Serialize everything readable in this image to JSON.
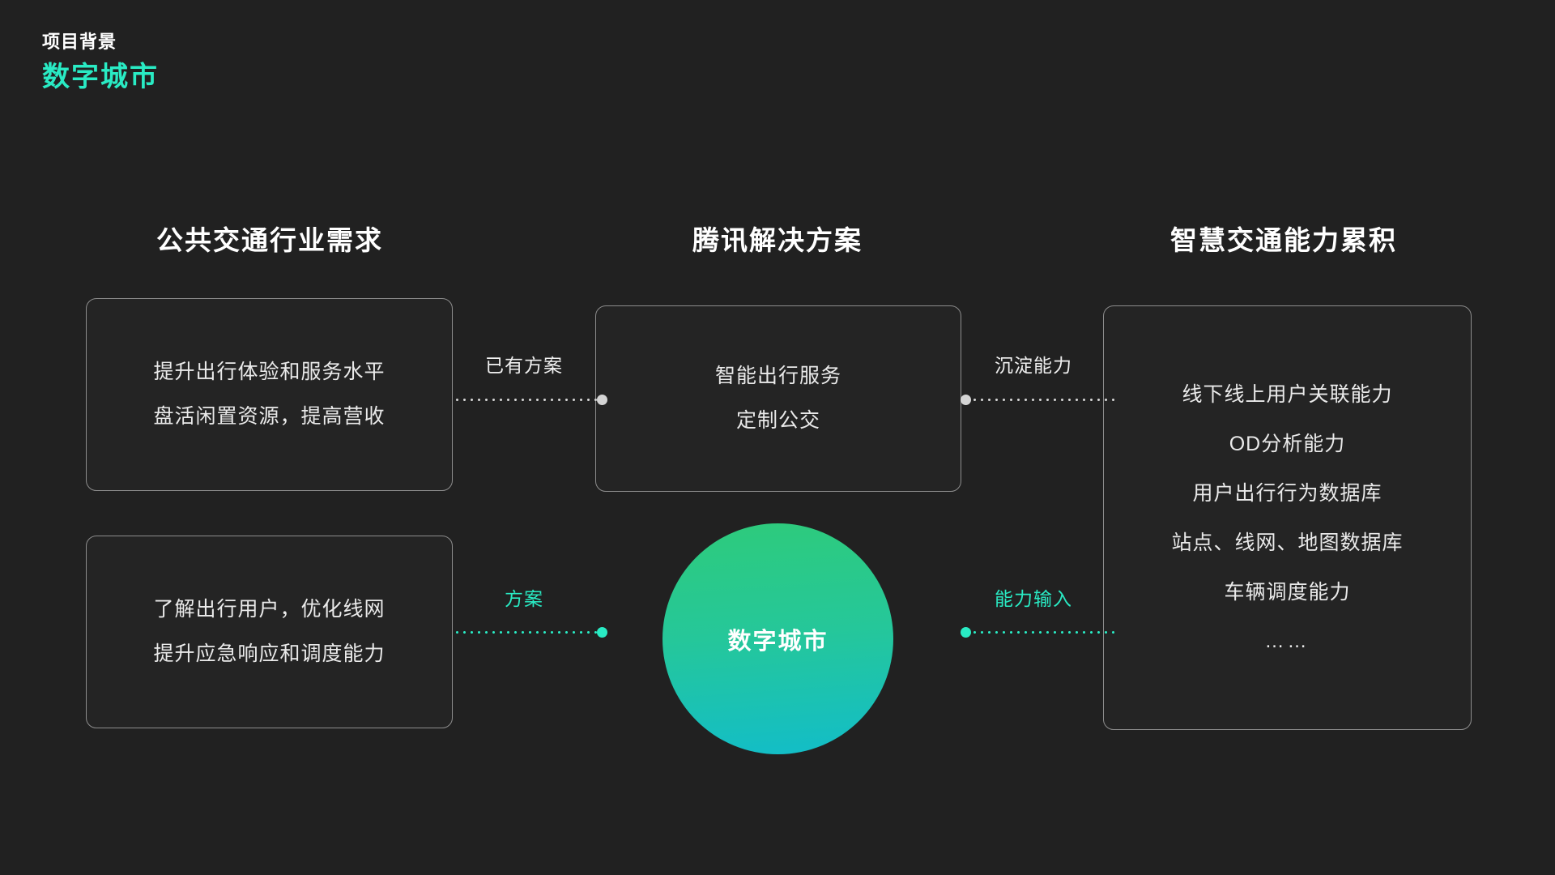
{
  "header": {
    "eyebrow": "项目背景",
    "title": "数字城市",
    "accent_color": "#29EBC4"
  },
  "diagram": {
    "background_color": "#212121",
    "columns": [
      {
        "heading": "公共交通行业需求"
      },
      {
        "heading": "腾讯解决方案"
      },
      {
        "heading": "智慧交通能力累积"
      }
    ],
    "cards": {
      "need_0": {
        "lines": [
          "提升出行体验和服务水平",
          "盘活闲置资源，提高营收"
        ]
      },
      "need_1": {
        "lines": [
          "了解出行用户，优化线网",
          "提升应急响应和调度能力"
        ]
      },
      "solution_0": {
        "lines": [
          "智能出行服务",
          "定制公交"
        ]
      },
      "ability_0": {
        "lines": [
          "线下线上用户关联能力",
          "OD分析能力",
          "用户出行行为数据库",
          "站点、线网、地图数据库",
          "车辆调度能力",
          "……"
        ]
      }
    },
    "connectors": [
      {
        "label": "已有方案",
        "color": "#f0f0f0",
        "style": "dotted",
        "node": "right"
      },
      {
        "label": "方案",
        "color": "#29EBC4",
        "style": "dotted",
        "node": "right"
      },
      {
        "label": "沉淀能力",
        "color": "#f0f0f0",
        "style": "dotted",
        "node": "left"
      },
      {
        "label": "能力输入",
        "color": "#29EBC4",
        "style": "dotted",
        "node": "left"
      }
    ],
    "center": {
      "label": "数字城市",
      "gradient_from": "#2ECB7B",
      "gradient_to": "#12BDC9"
    }
  }
}
